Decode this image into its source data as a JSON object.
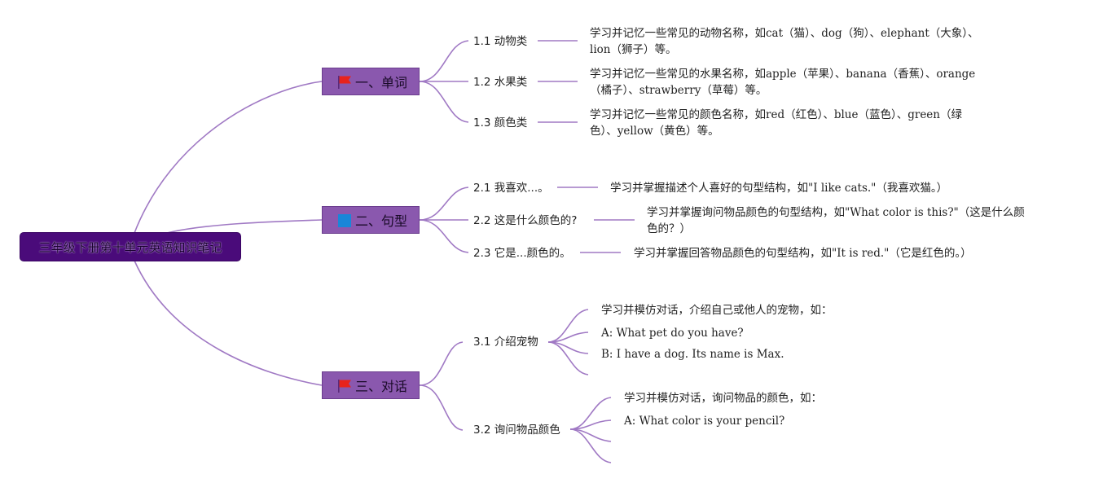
{
  "colors": {
    "root_bg": "#4a0b7a",
    "topic_bg": "#8a58ae",
    "line": "#a079c4",
    "flag_red": "#e8231c",
    "flag_blue": "#1a86d8"
  },
  "root": {
    "title": "三年级下册第十单元英语知识笔记"
  },
  "topics": [
    {
      "label": "一、单词",
      "flag": "red",
      "subs": [
        {
          "label": "1.1 动物类",
          "leaves": [
            "学习并记忆一些常见的动物名称，如cat（猫）、dog（狗）、elephant（大象）、lion（狮子）等。"
          ]
        },
        {
          "label": "1.2 水果类",
          "leaves": [
            "学习并记忆一些常见的水果名称，如apple（苹果）、banana（香蕉）、orange（橘子）、strawberry（草莓）等。"
          ]
        },
        {
          "label": "1.3 颜色类",
          "leaves": [
            "学习并记忆一些常见的颜色名称，如red（红色）、blue（蓝色）、green（绿色）、yellow（黄色）等。"
          ]
        }
      ]
    },
    {
      "label": "二、句型",
      "flag": "blue",
      "subs": [
        {
          "label": "2.1 我喜欢...。",
          "leaves": [
            "学习并掌握描述个人喜好的句型结构，如\"I like cats.\"（我喜欢猫。）"
          ]
        },
        {
          "label": "2.2 这是什么颜色的?",
          "leaves": [
            "学习并掌握询问物品颜色的句型结构，如\"What color is this?\"（这是什么颜色的？）"
          ]
        },
        {
          "label": "2.3 它是...颜色的。",
          "leaves": [
            "学习并掌握回答物品颜色的句型结构，如\"It is red.\"（它是红色的。）"
          ]
        }
      ]
    },
    {
      "label": "三、对话",
      "flag": "red",
      "subs": [
        {
          "label": "3.1 介绍宠物",
          "leaves": [
            "学习并模仿对话，介绍自己或他人的宠物，如：",
            "A: What pet do you have?",
            "B: I have a dog. Its name is Max.",
            ""
          ]
        },
        {
          "label": "3.2 询问物品颜色",
          "leaves": [
            "学习并模仿对话，询问物品的颜色，如：",
            "A: What color is your pencil?",
            "",
            ""
          ]
        }
      ]
    }
  ]
}
